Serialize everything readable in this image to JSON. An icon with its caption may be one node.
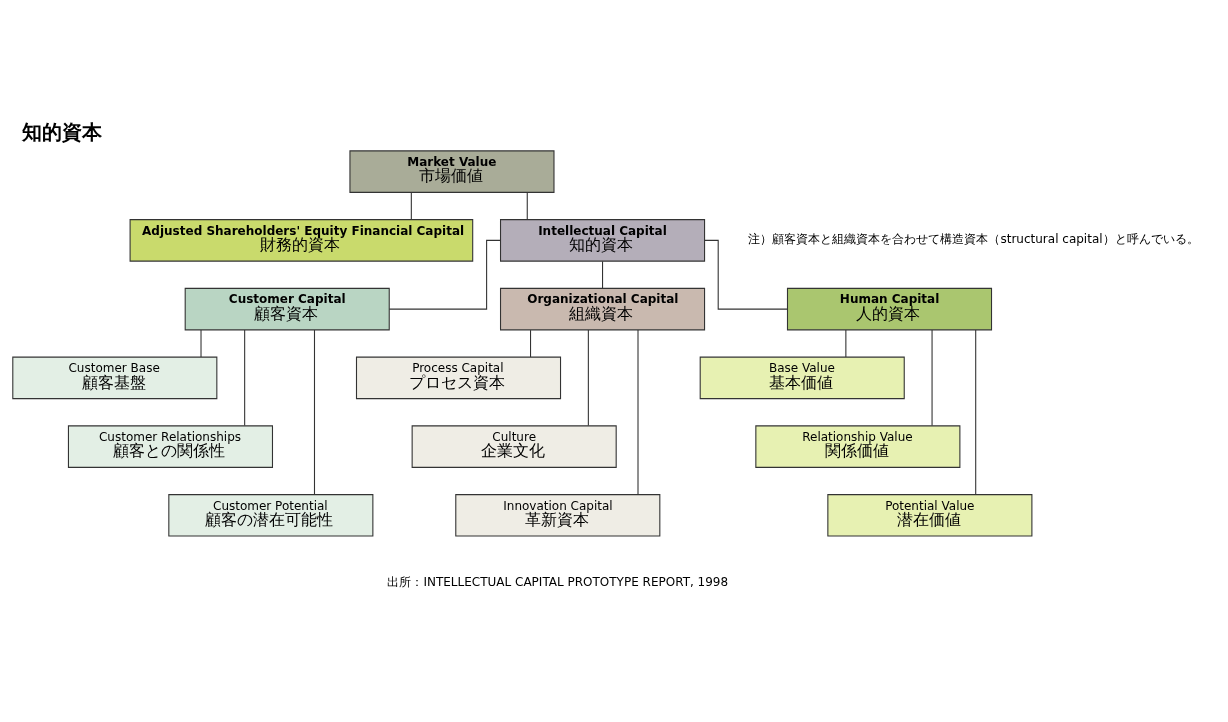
{
  "diagram": {
    "title": "知的資本",
    "nodes": [
      {
        "text": [
          "Market Value",
          "市場価値"
        ]
      },
      {
        "text": [
          "Adjusted Shareholders' Equity Financial Capital",
          "財務的資本"
        ]
      },
      {
        "text": [
          "Intellectual Capital",
          "知的資本"
        ]
      },
      {
        "text": [
          "Customer Capital",
          "顧客資本"
        ]
      },
      {
        "text": [
          "Organizational Capital",
          "組織資本"
        ]
      },
      {
        "text": [
          "Human Capital",
          "人的資本"
        ]
      },
      {
        "text": [
          "Customer Base",
          "顧客基盤"
        ]
      },
      {
        "text": [
          "Process Capital",
          "プロセス資本"
        ]
      },
      {
        "text": [
          "Base Value",
          "基本価値"
        ]
      },
      {
        "text": [
          "Customer Relationships",
          "顧客との関係性"
        ]
      },
      {
        "text": [
          "Culture",
          "企業文化"
        ]
      },
      {
        "text": [
          "Relationship Value",
          "関係価値"
        ]
      },
      {
        "text": [
          "Customer Potential",
          "顧客の潜在可能性"
        ]
      },
      {
        "text": [
          "Innovation Capital",
          "革新資本"
        ]
      },
      {
        "text": [
          "Potential Value",
          "潜在価値"
        ]
      }
    ],
    "edges": [
      {
        "from": 0,
        "to": 1,
        "arrow": "none"
      },
      {
        "from": 0,
        "to": 2,
        "arrow": "none"
      },
      {
        "from": 2,
        "to": 3,
        "arrow": "none"
      },
      {
        "from": 2,
        "to": 4,
        "arrow": "none"
      },
      {
        "from": 2,
        "to": 5,
        "arrow": "none"
      },
      {
        "from": 3,
        "to": 6,
        "arrow": "none"
      },
      {
        "from": 3,
        "to": 9,
        "arrow": "none"
      },
      {
        "from": 3,
        "to": 12,
        "arrow": "none"
      },
      {
        "from": 4,
        "to": 7,
        "arrow": "none"
      },
      {
        "from": 4,
        "to": 10,
        "arrow": "none"
      },
      {
        "from": 4,
        "to": 13,
        "arrow": "none"
      },
      {
        "from": 5,
        "to": 8,
        "arrow": "none"
      },
      {
        "from": 5,
        "to": 11,
        "arrow": "none"
      },
      {
        "from": 5,
        "to": 14,
        "arrow": "none"
      }
    ],
    "labels": [
      "注）顧客資本と組織資本を合わせて構造資本（structural capital）と呼んでいる。",
      "出所：INTELLECTUAL CAPITAL PROTOTYPE REPORT, 1998"
    ]
  }
}
